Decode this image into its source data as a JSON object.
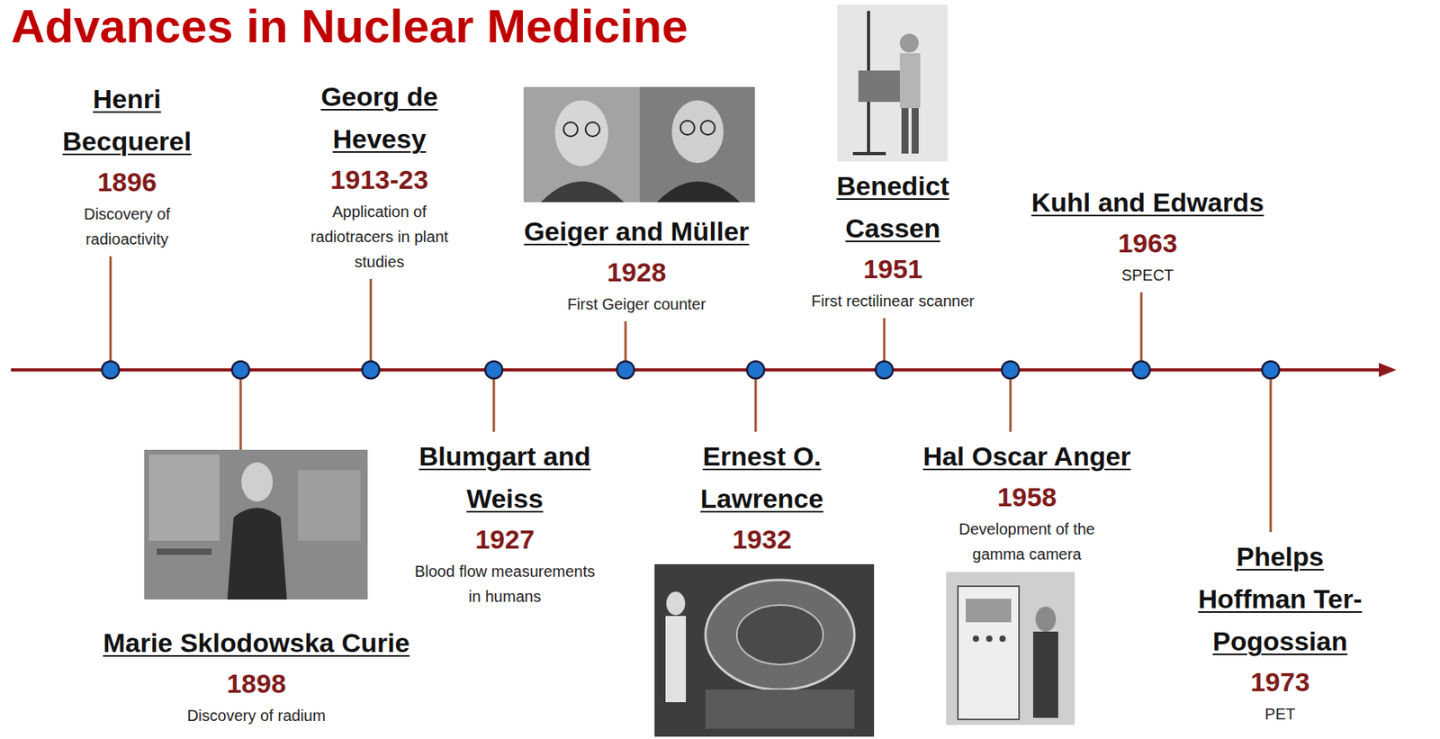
{
  "diagram": {
    "title": "Advances in Nuclear Medicine",
    "labels": [
      "Henri Becquerel",
      "1896",
      "Discovery of radioactivity",
      "Georg de Hevesy",
      "1913-23",
      "Application of radiotracers in plant studies",
      "Geiger and Müller",
      "1928",
      "First Geiger counter",
      "Benedict Cassen",
      "1951",
      "First rectilinear scanner",
      "Kuhl and Edwards",
      "1963",
      "SPECT",
      "Marie Sklodowska Curie",
      "1898",
      "Discovery of radium",
      "Blumgart and Weiss",
      "1927",
      "Blood flow measurements in humans",
      "Ernest O. Lawrence",
      "1932",
      "Hal Oscar Anger",
      "1958",
      "Development of the gamma camera",
      "Phelps Hoffman Ter-Pogossian",
      "1973",
      "PET"
    ]
  }
}
